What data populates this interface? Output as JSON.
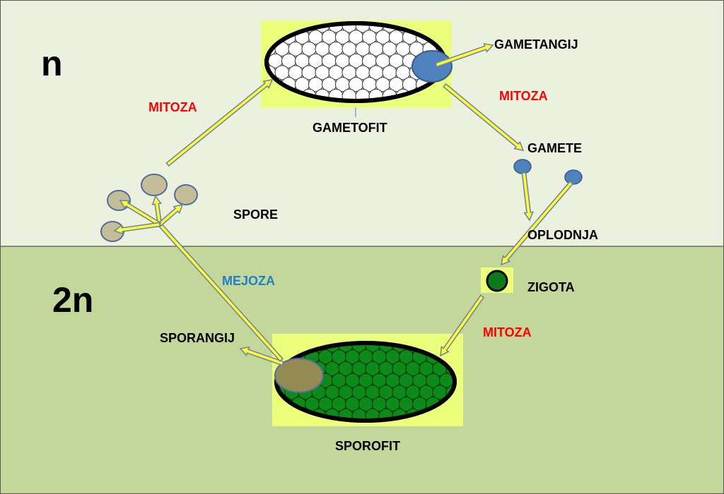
{
  "zones": {
    "haploid_label": "n",
    "diploid_label": "2n",
    "haploid_color": "#ebf1de",
    "diploid_color": "#c4d79b"
  },
  "labels": {
    "gametangij": "GAMETANGIJ",
    "gametofit": "GAMETOFIT",
    "mitoza_left": "MITOZA",
    "mitoza_right": "MITOZA",
    "gamete": "GAMETE",
    "spore": "SPORE",
    "oplodnja": "OPLODNJA",
    "mejoza": "MEJOZA",
    "zigota": "ZIGOTA",
    "mitoza_bottom": "MITOZA",
    "sporangij": "SPORANGIJ",
    "sporofit": "SPOROFIT"
  },
  "colors": {
    "arrow_fill": "#ffff33",
    "arrow_stroke": "#6f86a6",
    "highlight_bg": "#ebff7a",
    "gametofit_cells": "#ffffff",
    "sporofit_cells": "#0c8a1a",
    "gametangij_blue": "#4f81bd",
    "spore_fill": "#c4bd97",
    "sporangij_fill": "#948a54",
    "zigota_fill": "#0a7a1a",
    "mitoza_color": "#ff0000",
    "mejoza_color": "#1f7fc8"
  }
}
